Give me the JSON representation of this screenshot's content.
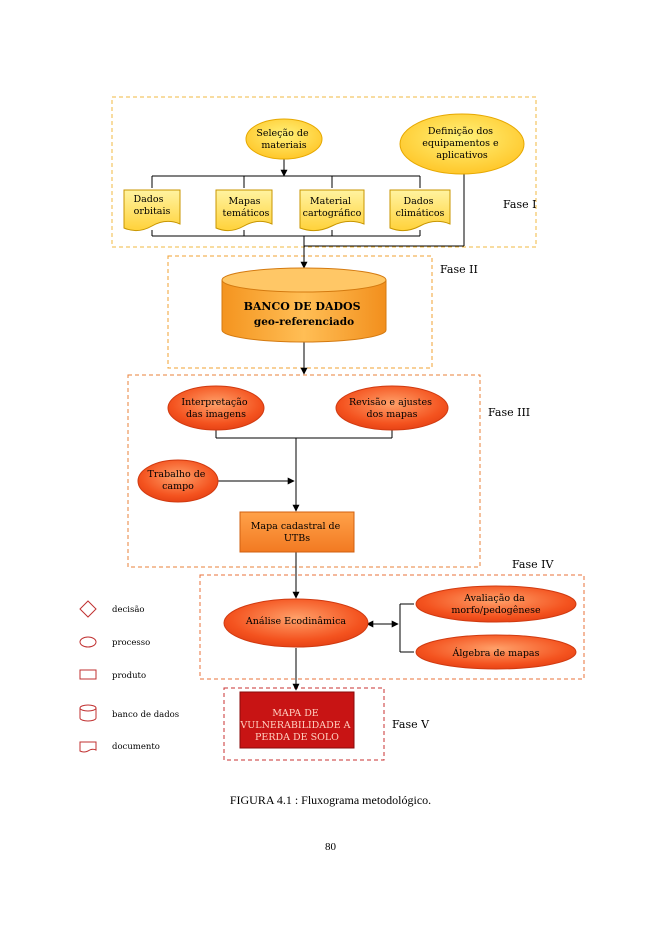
{
  "phases": {
    "fase1": "Fase I",
    "fase2": "Fase II",
    "fase3": "Fase III",
    "fase4": "Fase IV",
    "fase5": "Fase V"
  },
  "fase1": {
    "selecao": [
      "Seleção de",
      "materiais"
    ],
    "definicao": [
      "Definição dos",
      "equipamentos e",
      "aplicativos"
    ],
    "docs": [
      [
        "Dados",
        "orbitais"
      ],
      [
        "Mapas",
        "temáticos"
      ],
      [
        "Material",
        "cartográfico"
      ],
      [
        "Dados",
        "climáticos"
      ]
    ]
  },
  "fase2": {
    "db": [
      "BANCO DE DADOS",
      "geo-referenciado"
    ]
  },
  "fase3": {
    "interpretacao": [
      "Interpretação",
      "das imagens"
    ],
    "revisao": [
      "Revisão e ajustes",
      "dos mapas"
    ],
    "trabalho": [
      "Trabalho de",
      "campo"
    ],
    "mapa": [
      "Mapa cadastral de",
      "UTBs"
    ]
  },
  "fase4": {
    "analise": "Análise Ecodinâmica",
    "avaliacao": [
      "Avaliação da",
      "morfo/pedogênese"
    ],
    "algebra": "Álgebra de mapas"
  },
  "fase5": {
    "final": [
      "MAPA DE",
      "VULNERABILIDADE A",
      "PERDA DE SOLO"
    ]
  },
  "legend": {
    "decisao": "decisão",
    "processo": "processo",
    "produto": "produto",
    "banco": "banco de dados",
    "documento": "documento"
  },
  "caption": "FIGURA 4.1 : Fluxograma metodológico.",
  "page_number": "80",
  "colors": {
    "phase_border": "#f0a030",
    "yellow_fill": "#ffd84a",
    "orange_fill": "#f7a13a",
    "red_ellipse": "#f04a20",
    "final_fill": "#c81414",
    "legend_stroke": "#c03030"
  }
}
